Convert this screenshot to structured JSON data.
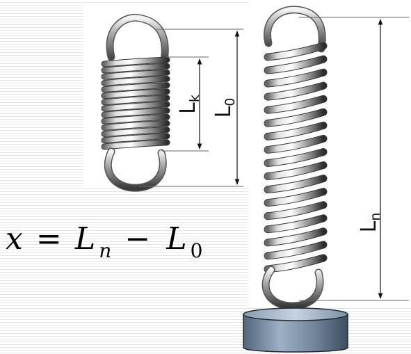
{
  "labels": {
    "lk_main": "L",
    "lk_sub": "k",
    "l0_main": "L",
    "l0_sub": "0",
    "ln_main": "L",
    "ln_sub": "n"
  },
  "formula": {
    "lhs": "x",
    "equals": "=",
    "term1_main": "L",
    "term1_sub": "n",
    "minus": "−",
    "term2_main": "L",
    "term2_sub": "0"
  }
}
